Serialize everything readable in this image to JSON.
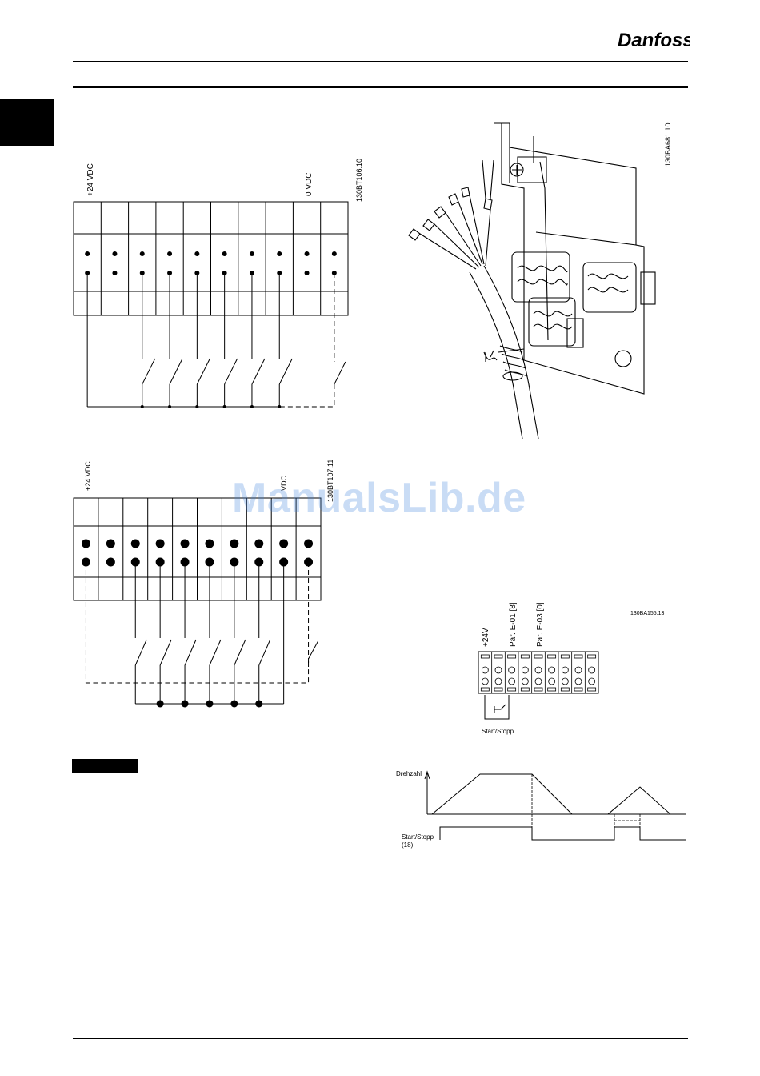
{
  "header": {
    "brand": "Danfoss"
  },
  "figure1": {
    "label_24v": "+24 VDC",
    "label_0v": "0 VDC",
    "code": "130BT106.10"
  },
  "figure2": {
    "label_24v": "+24 VDC",
    "label_vdc": "VDC",
    "code": "130BT107.11"
  },
  "figure3": {
    "code": "130BA681.10"
  },
  "figure4": {
    "code": "130BA155.13",
    "label_24v": "+24V",
    "label_e01": "Par. E-01 [8]",
    "label_e03": "Par. E-03 [0]",
    "caption": "Start/Stopp"
  },
  "figure5": {
    "label_speed": "Drehzahl",
    "label_start": "Start/Stopp",
    "label_terminal": "(18)"
  },
  "watermark": "ManualsLib.de",
  "colors": {
    "watermark": "#3c82dc",
    "rule": "#000000"
  }
}
